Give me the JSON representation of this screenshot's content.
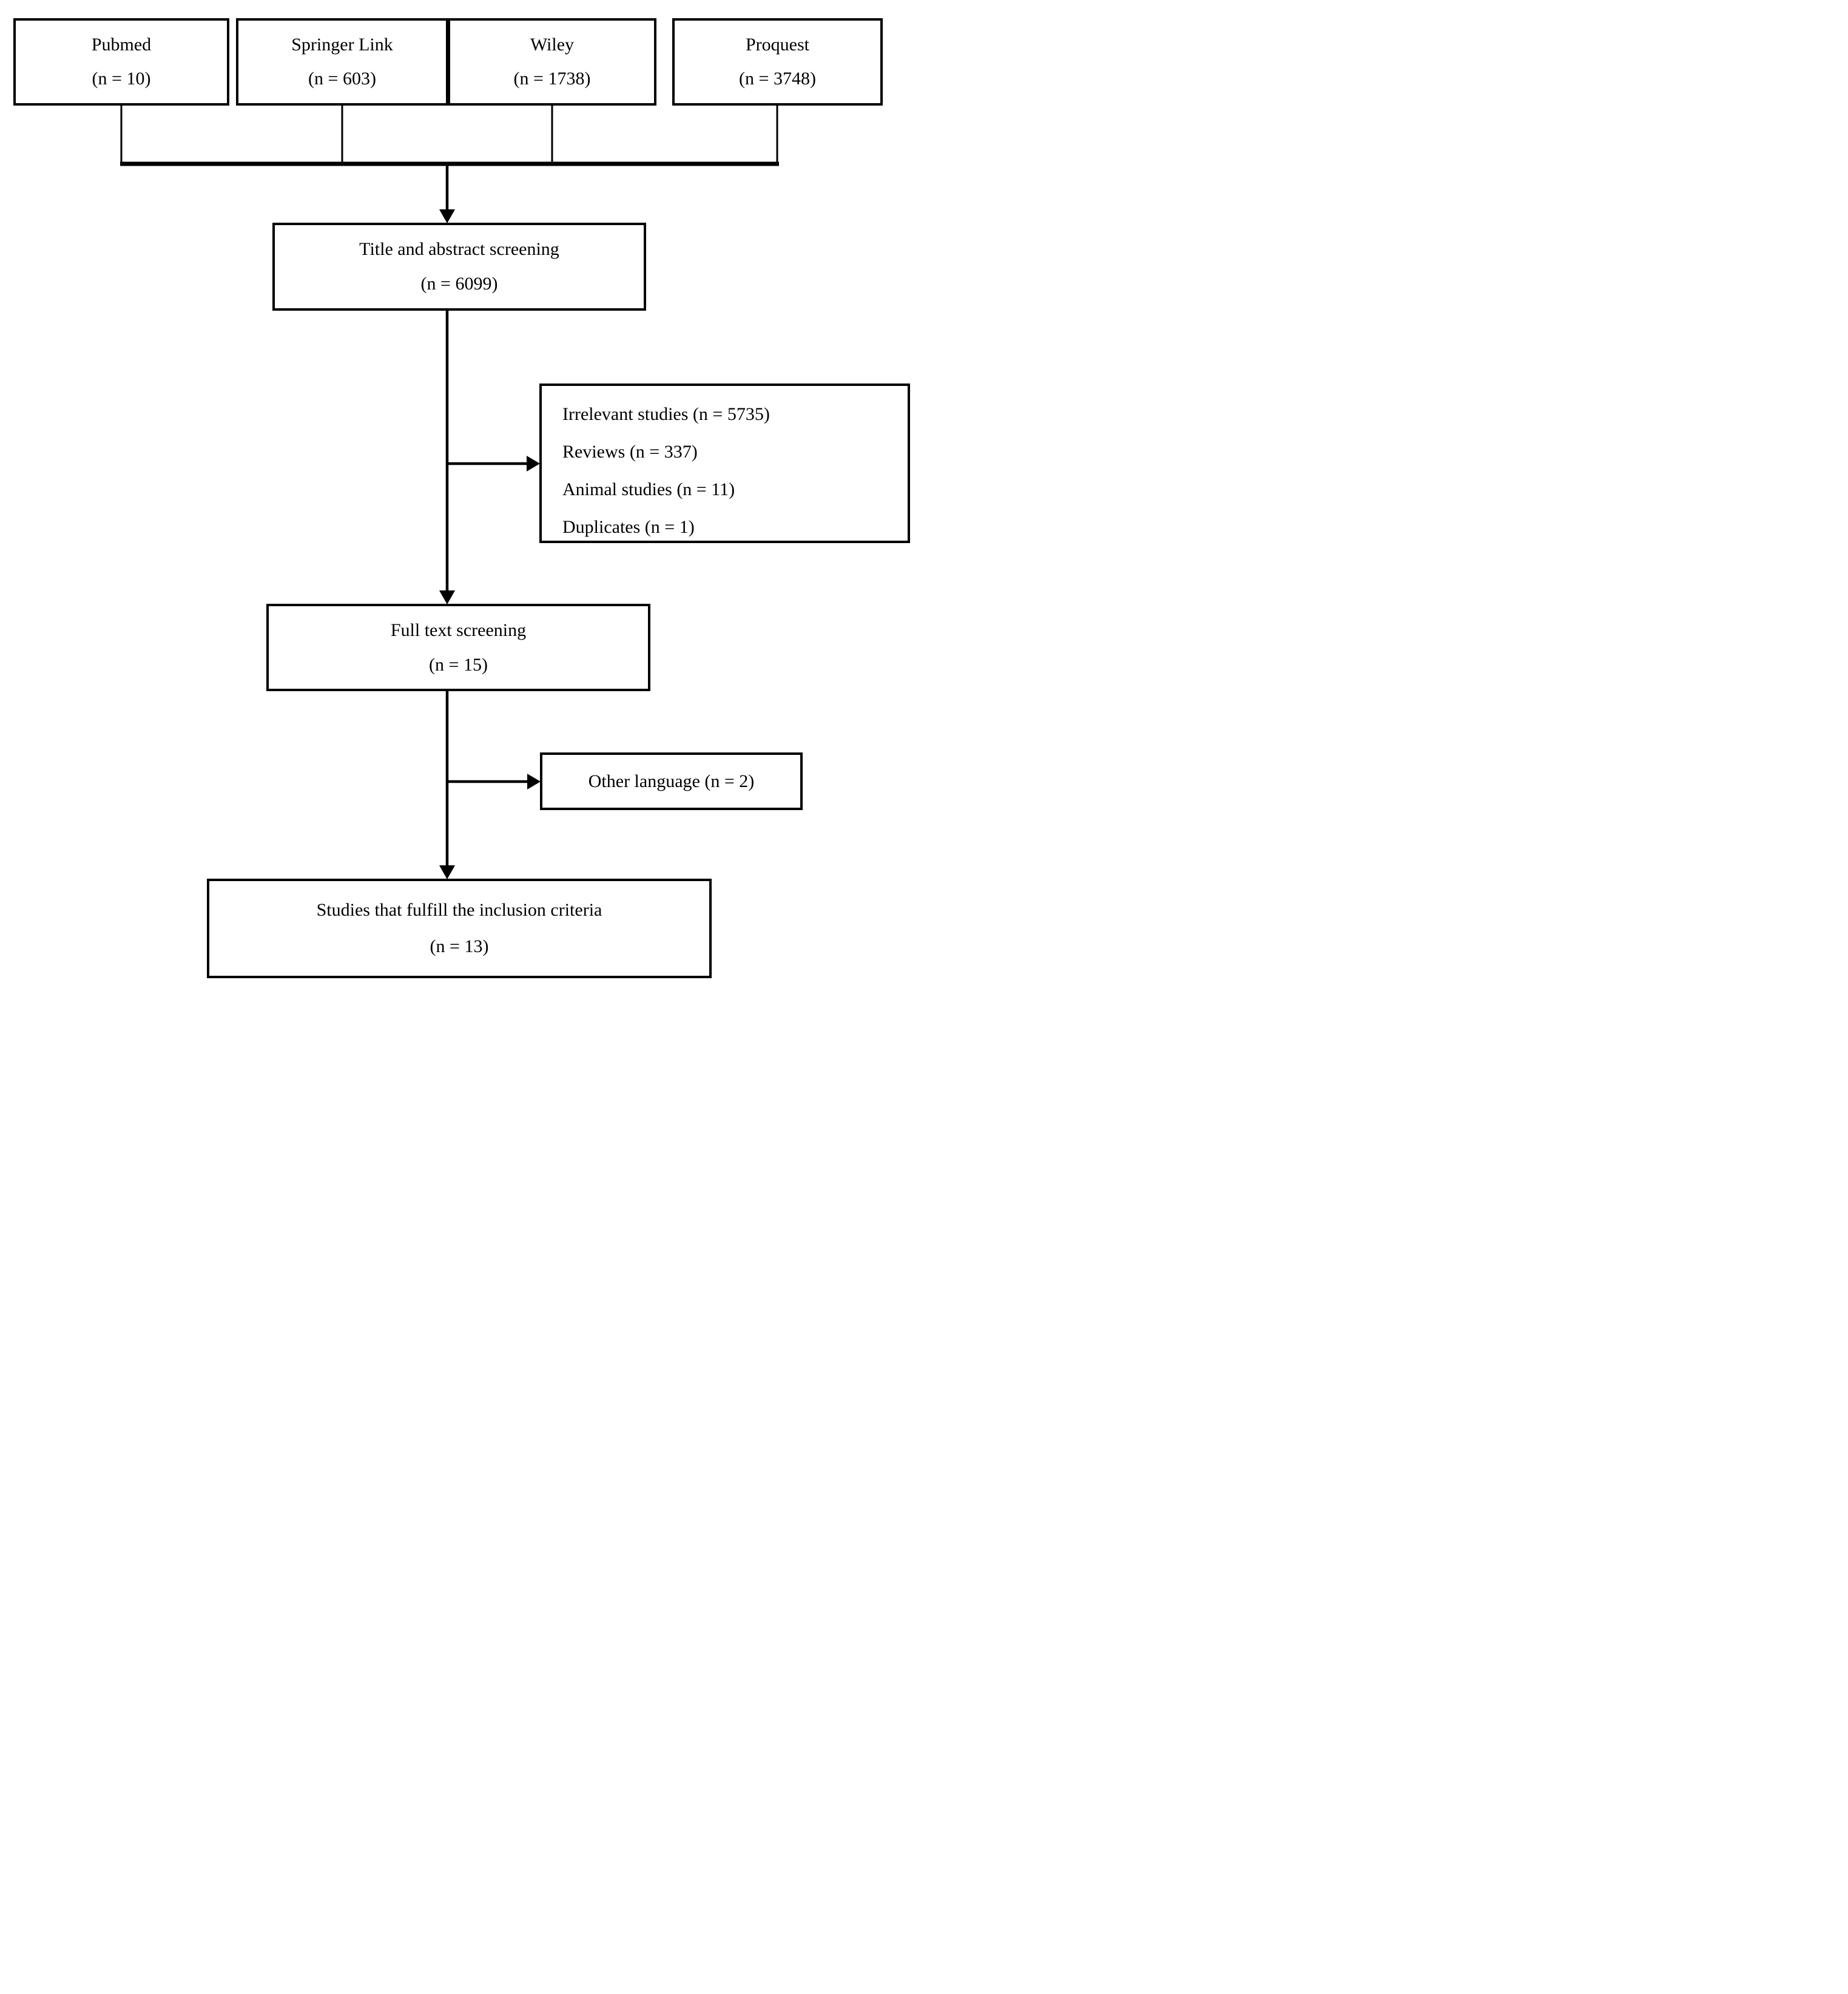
{
  "flowchart": {
    "sources": [
      {
        "name": "Pubmed",
        "count": "(n = 10)"
      },
      {
        "name": "Springer Link",
        "count": "(n = 603)"
      },
      {
        "name": "Wiley",
        "count": "(n = 1738)"
      },
      {
        "name": "Proquest",
        "count": "(n = 3748)"
      }
    ],
    "title_screening": {
      "label": "Title and abstract screening",
      "count": "(n = 6099)"
    },
    "exclusions_step1": {
      "items": [
        "Irrelevant studies (n = 5735)",
        "Reviews (n = 337)",
        "Animal studies (n = 11)",
        "Duplicates (n = 1)"
      ]
    },
    "full_text": {
      "label": "Full text screening",
      "count": "(n = 15)"
    },
    "exclusions_step2": {
      "label": "Other language (n = 2)"
    },
    "included": {
      "label": "Studies that fulfill the inclusion criteria",
      "count": "(n = 13)"
    }
  },
  "colors": {
    "background": "#ffffff",
    "line": "#000000",
    "text": "#000000"
  }
}
